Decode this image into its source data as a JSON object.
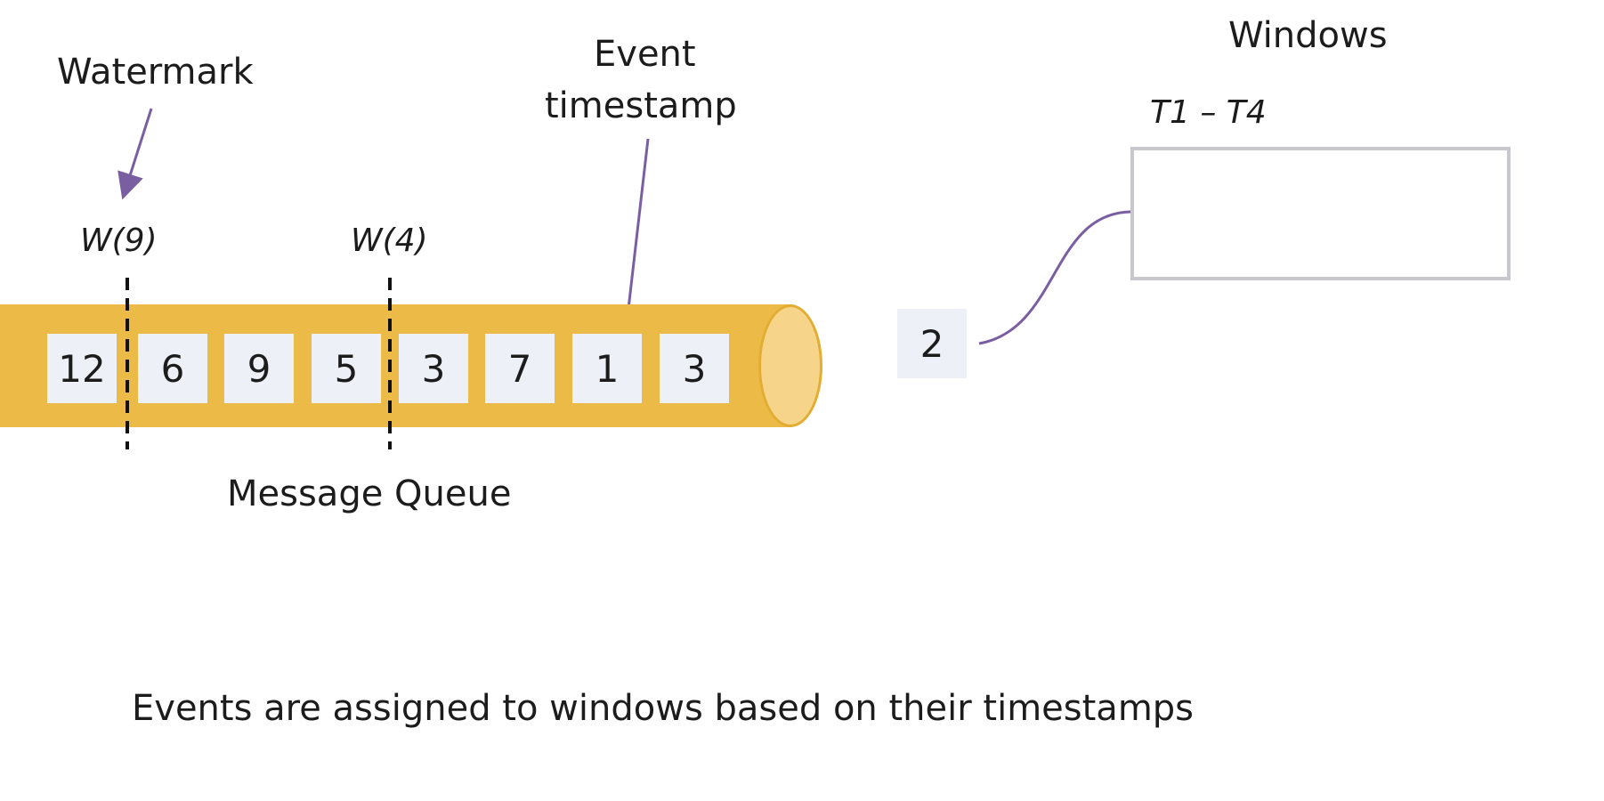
{
  "labels": {
    "watermark": "Watermark",
    "event_timestamp_line1": "Event",
    "event_timestamp_line2": "timestamp",
    "windows": "Windows",
    "window_range": "T1 – T4",
    "message_queue": "Message Queue",
    "caption": "Events are assigned to windows based on their timestamps"
  },
  "watermarks": [
    {
      "label": "W(9)"
    },
    {
      "label": "W(4)"
    }
  ],
  "queue_events": [
    "12",
    "6",
    "9",
    "5",
    "3",
    "7",
    "1",
    "3"
  ],
  "incoming_event": "2",
  "colors": {
    "queue": "#ecbb47",
    "queue_cap": "#f6d58a",
    "event_box": "#edf0f7",
    "arrow": "#7a5ea2",
    "window_border": "#c9c7ce"
  }
}
